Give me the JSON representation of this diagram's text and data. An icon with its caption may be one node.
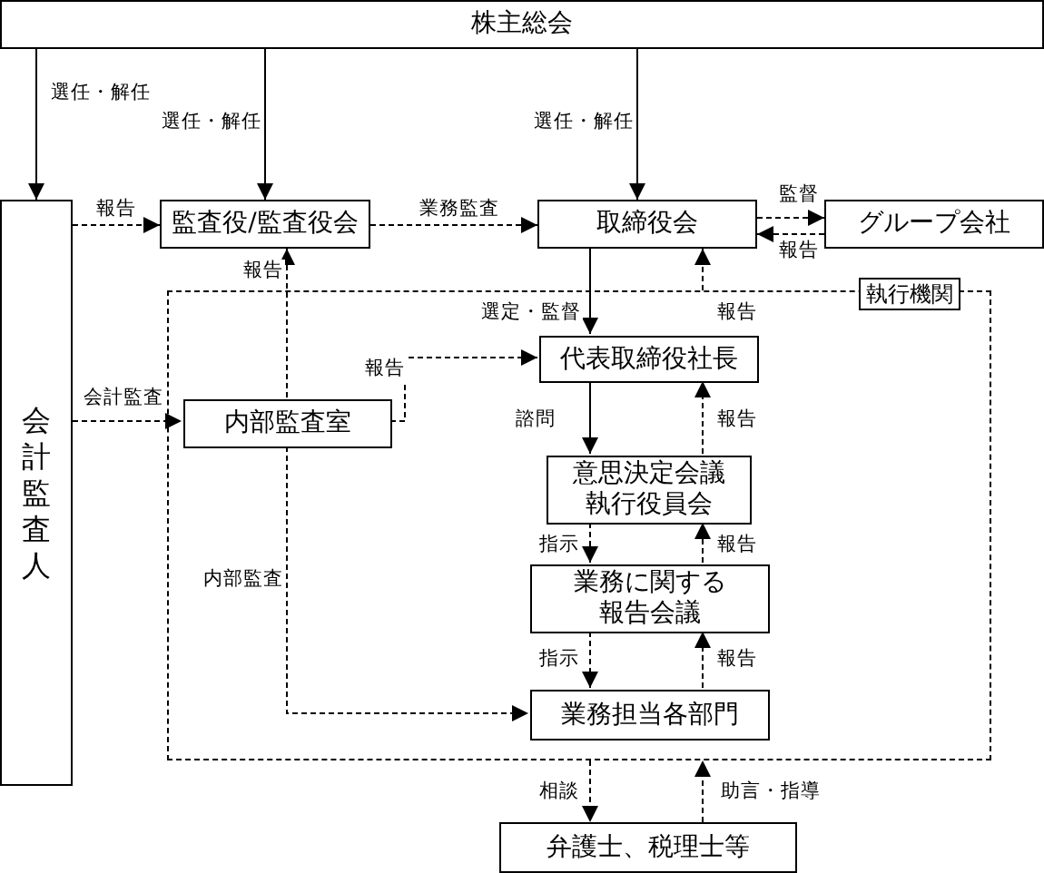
{
  "diagram": {
    "nodes": [
      {
        "text": [
          "株主総会"
        ]
      },
      {
        "text": [
          "会計監査人"
        ]
      },
      {
        "text": [
          "監査役/監査役会"
        ]
      },
      {
        "text": [
          "取締役会"
        ]
      },
      {
        "text": [
          "グループ会社"
        ]
      },
      {
        "text": [
          "執行機関"
        ]
      },
      {
        "text": [
          "代表取締役社長"
        ],
        "in": 5
      },
      {
        "text": [
          "内部監査室"
        ],
        "in": 5
      },
      {
        "text": [
          "意思決定会議執行役員会"
        ],
        "in": 5
      },
      {
        "text": [
          "業務に関する報告会議"
        ],
        "in": 5
      },
      {
        "text": [
          "業務担当各部門"
        ],
        "in": 5
      },
      {
        "text": [
          "弁護士、税理士等"
        ]
      }
    ],
    "edges": [
      {
        "from": 0,
        "to": 1,
        "arrow": "to",
        "label": "選任・解任"
      },
      {
        "from": 0,
        "to": 2,
        "arrow": "to",
        "label": "選任・解任"
      },
      {
        "from": 0,
        "to": 3,
        "arrow": "to",
        "label": "選任・解任"
      },
      {
        "from": 1,
        "to": 2,
        "arrow": "to",
        "label": "報告",
        "style": "dashed"
      },
      {
        "from": 2,
        "to": 3,
        "arrow": "to",
        "label": "業務監査",
        "style": "dashed"
      },
      {
        "from": 3,
        "to": 4,
        "arrow": "to",
        "label": "監督",
        "style": "dashed"
      },
      {
        "from": 4,
        "to": 3,
        "arrow": "to",
        "label": "報告",
        "style": "dashed"
      },
      {
        "from": 7,
        "to": 2,
        "arrow": "to",
        "label": "報告",
        "style": "dashed"
      },
      {
        "from": 3,
        "to": 6,
        "arrow": "to",
        "label": "選定・監督"
      },
      {
        "from": 5,
        "to": 3,
        "arrow": "to",
        "label": "報告",
        "style": "dashed"
      },
      {
        "from": 7,
        "to": 6,
        "arrow": "to",
        "label": "報告",
        "style": "dashed"
      },
      {
        "from": 1,
        "to": 7,
        "arrow": "to",
        "label": "会計監査",
        "style": "dashed"
      },
      {
        "from": 6,
        "to": 8,
        "arrow": "to",
        "label": "諮問"
      },
      {
        "from": 8,
        "to": 6,
        "arrow": "to",
        "label": "報告",
        "style": "dashed"
      },
      {
        "from": 8,
        "to": 9,
        "arrow": "to",
        "label": "指示",
        "style": "dashed"
      },
      {
        "from": 9,
        "to": 8,
        "arrow": "to",
        "label": "報告",
        "style": "dashed"
      },
      {
        "from": 9,
        "to": 10,
        "arrow": "to",
        "label": "指示",
        "style": "dashed"
      },
      {
        "from": 10,
        "to": 9,
        "arrow": "to",
        "label": "報告",
        "style": "dashed"
      },
      {
        "from": 7,
        "to": 10,
        "arrow": "to",
        "label": "内部監査",
        "style": "dashed"
      },
      {
        "from": 5,
        "to": 11,
        "arrow": "to",
        "label": "相談",
        "style": "dashed"
      },
      {
        "from": 11,
        "to": 5,
        "arrow": "to",
        "label": "助言・指導",
        "style": "dashed"
      }
    ]
  }
}
